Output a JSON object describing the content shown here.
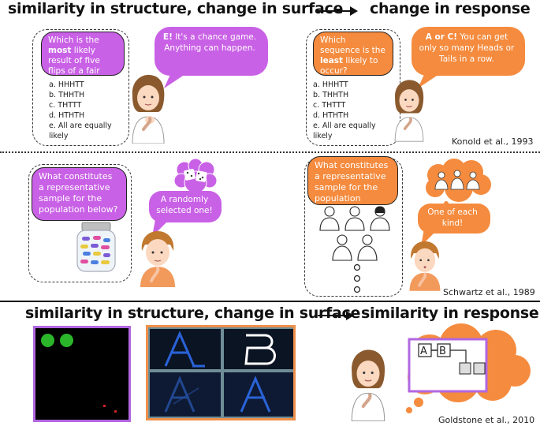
{
  "headings": {
    "top_left": "similarity in structure, change in surface",
    "top_right": "change in response",
    "bottom_left": "similarity in  structure, change in surface",
    "bottom_right": "similarity in response"
  },
  "panel1": {
    "question_pre": "Which is the ",
    "question_bold": "most",
    "question_post": " likely result of five flips of a fair coin?",
    "options": [
      "a. HHHTT",
      "b. THHTH",
      "c. THTTT",
      "d. HTHTH",
      "e. All are equally likely"
    ],
    "answer_bold": "E!",
    "answer_rest": " It's a chance game. Anything can happen."
  },
  "panel2": {
    "question_pre": "Which sequence is the ",
    "question_bold": "least",
    "question_post": " likely to occur?",
    "options": [
      "a. HHHTT",
      "b. THHTH",
      "c. THTTT",
      "d. HTHTH",
      "e. All are equally likely"
    ],
    "answer_bold": "A or C!",
    "answer_rest": " You can get only so many Heads or Tails in a row.",
    "citation": "Konold et al., 1993"
  },
  "panel3": {
    "question": "What constitutes a representative sample for the population below?",
    "answer": "A randomly selected one!"
  },
  "panel4": {
    "question": "What constitutes a representative sample for the population below?",
    "answer": "One of each kind!",
    "citation": "Schwartz et al., 1989"
  },
  "panel5": {
    "citation": "Goldstone et al., 2010"
  },
  "colors": {
    "purple": "#c961e6",
    "orange": "#f58b3e",
    "highlight_purple": "#b267e0",
    "highlight_orange": "#ee8f4a",
    "tile_blue": "#2a63d8"
  },
  "icons": [
    "thinking-girl-icon",
    "thinking-boy-icon",
    "pill-jar-icon",
    "dice-icon",
    "people-icons",
    "green-dots-screen",
    "letter-tiles",
    "thought-cloud-icon"
  ]
}
